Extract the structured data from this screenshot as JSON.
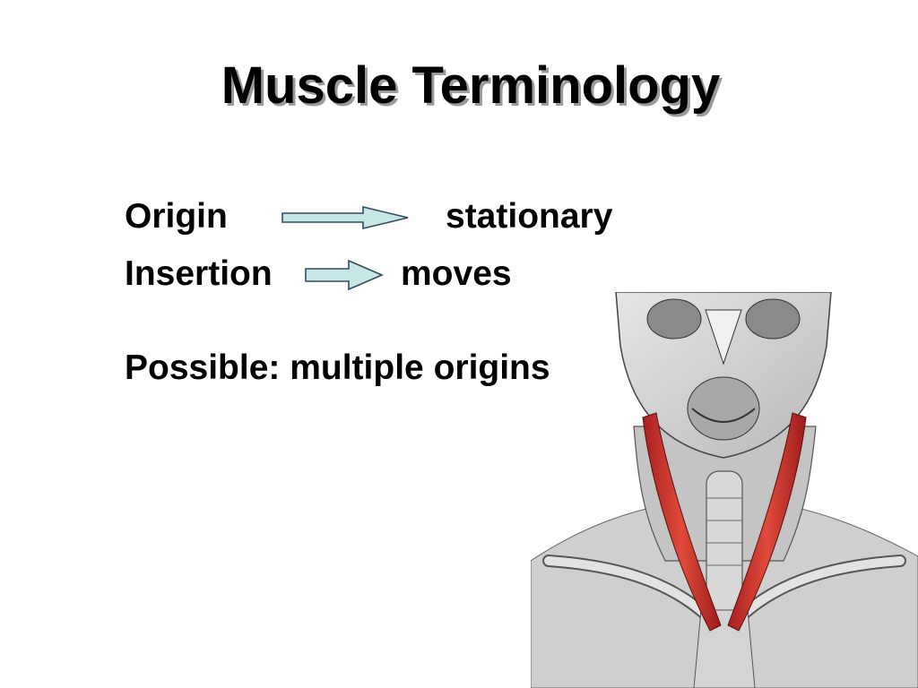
{
  "slide": {
    "title": "Muscle Terminology",
    "rows": [
      {
        "term": "Origin",
        "meaning": "stationary"
      },
      {
        "term": "Insertion",
        "meaning": "moves"
      }
    ],
    "note": "Possible: multiple origins"
  },
  "colors": {
    "arrow_fill": "#c8e6e6",
    "arrow_stroke": "#2f4f5f",
    "muscle": "#c8302a",
    "bone": "#dcdcdc",
    "text": "#000000"
  },
  "illustration": {
    "icon": "sternocleidomastoid-anatomy-icon"
  }
}
